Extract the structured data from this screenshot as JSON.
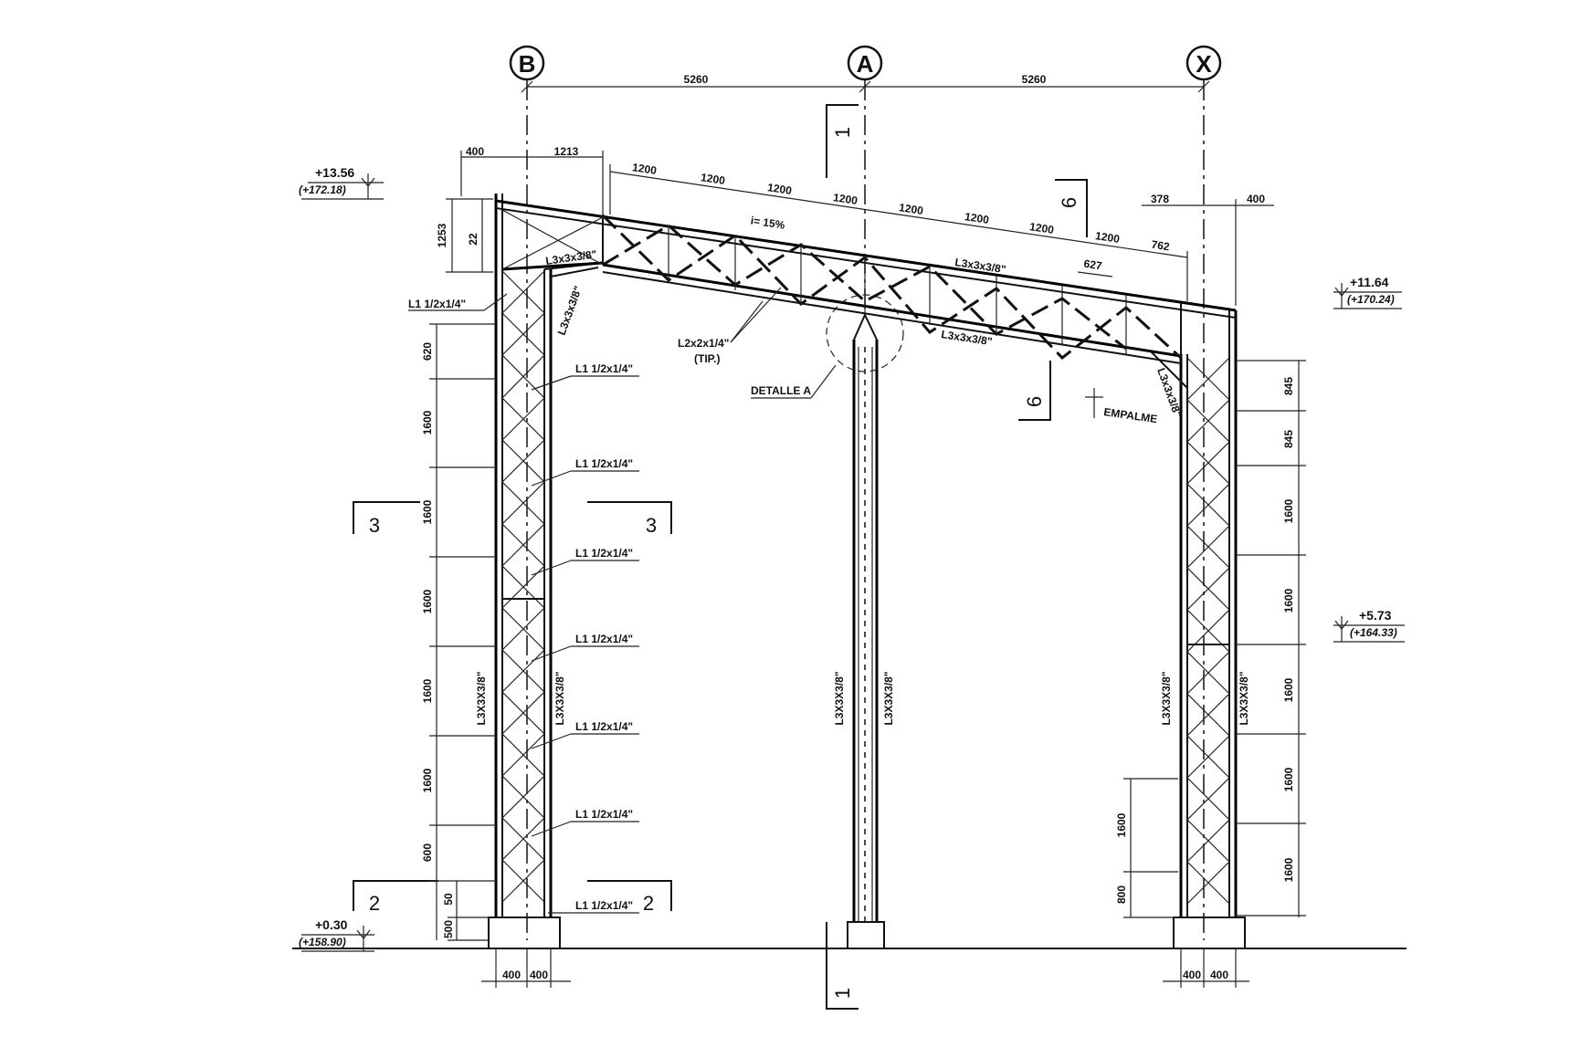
{
  "grid_axes": [
    "B",
    "A",
    "X"
  ],
  "spans": [
    "5260",
    "5260"
  ],
  "left_top_dims": [
    "400",
    "1213"
  ],
  "right_top_dims": [
    "378",
    "400"
  ],
  "truss_panel_dims": [
    "1200",
    "1200",
    "1200",
    "1200",
    "1200",
    "1200",
    "1200",
    "1200",
    "762",
    "627"
  ],
  "left_truss_depth": [
    "1253",
    "22"
  ],
  "slope_label": "i= 15%",
  "elevations": {
    "top_left": {
      "value": "+13.56",
      "abs": "(+172.18)"
    },
    "right_upper": {
      "value": "+11.64",
      "abs": "(+170.24)"
    },
    "right_mid": {
      "value": "+5.73",
      "abs": "(+164.33)"
    },
    "base_left": {
      "value": "+0.30",
      "abs": "(+158.90)"
    }
  },
  "left_column_dims": [
    "620",
    "1600",
    "1600",
    "1600",
    "1600",
    "1600",
    "600",
    "50",
    "500"
  ],
  "right_column_dims": [
    "845",
    "845",
    "1600",
    "1600",
    "1600",
    "1600",
    "1600"
  ],
  "right_inner_dims": [
    "1600",
    "800"
  ],
  "base_dims": [
    "400",
    "400"
  ],
  "members": {
    "rafter_top_left": "L3x3x3/8\"",
    "rafter_top_right": "L3x3x3/8\"",
    "rafter_bottom": "L3x3x3/8\"",
    "knee_left": "L3x3x3/8\"",
    "knee_right": "L3x3x3/8\"",
    "web_truss": "L2x2x1/4\"",
    "web_truss_typ": "(TIP.)",
    "lacing_top": "L1 1/2x1/4\"",
    "lacing": "L1 1/2x1/4\"",
    "column_chord": "L3X3X3/8\""
  },
  "detail_label": "DETALLE A",
  "splice_label": "EMPALME",
  "sections": {
    "s1": "1",
    "s2": "2",
    "s3": "3",
    "s6": "6"
  }
}
